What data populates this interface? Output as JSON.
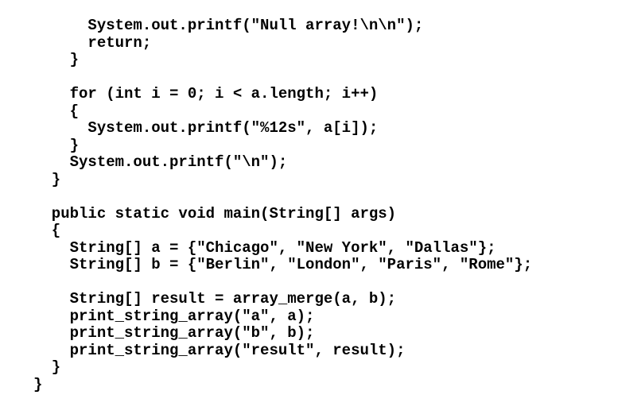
{
  "page": {
    "background_color": "#ffffff",
    "text_color": "#000000",
    "content_kind": "java-source-code"
  },
  "code": {
    "language": "java",
    "lines": [
      "      System.out.printf(\"Null array!\\n\\n\");",
      "      return;",
      "    }",
      "",
      "    for (int i = 0; i < a.length; i++)",
      "    {",
      "      System.out.printf(\"%12s\", a[i]);",
      "    }",
      "    System.out.printf(\"\\n\");",
      "  }",
      "",
      "  public static void main(String[] args)",
      "  {",
      "    String[] a = {\"Chicago\", \"New York\", \"Dallas\"};",
      "    String[] b = {\"Berlin\", \"London\", \"Paris\", \"Rome\"};",
      "",
      "    String[] result = array_merge(a, b);",
      "    print_string_array(\"a\", a);",
      "    print_string_array(\"b\", b);",
      "    print_string_array(\"result\", result);",
      "  }",
      "}"
    ]
  }
}
